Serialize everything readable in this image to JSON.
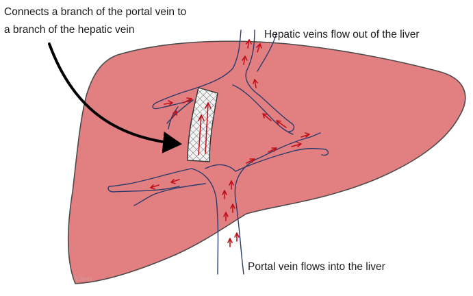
{
  "labels": {
    "shunt_line1": "Connects a branch of the portal vein to",
    "shunt_line2": "a branch of the hepatic vein",
    "hepatic_veins": "Hepatic veins flow out of the liver",
    "portal_vein": "Portal vein flows into the liver",
    "watermark": "© Anni"
  },
  "colors": {
    "liver_fill": "#e27f80",
    "liver_outline": "#4a4a4a",
    "vein_outline": "#2b3a6b",
    "flow_arrow": "#c0101a",
    "pointer_arrow": "#000000",
    "stent_fill": "#f2f2f2"
  }
}
